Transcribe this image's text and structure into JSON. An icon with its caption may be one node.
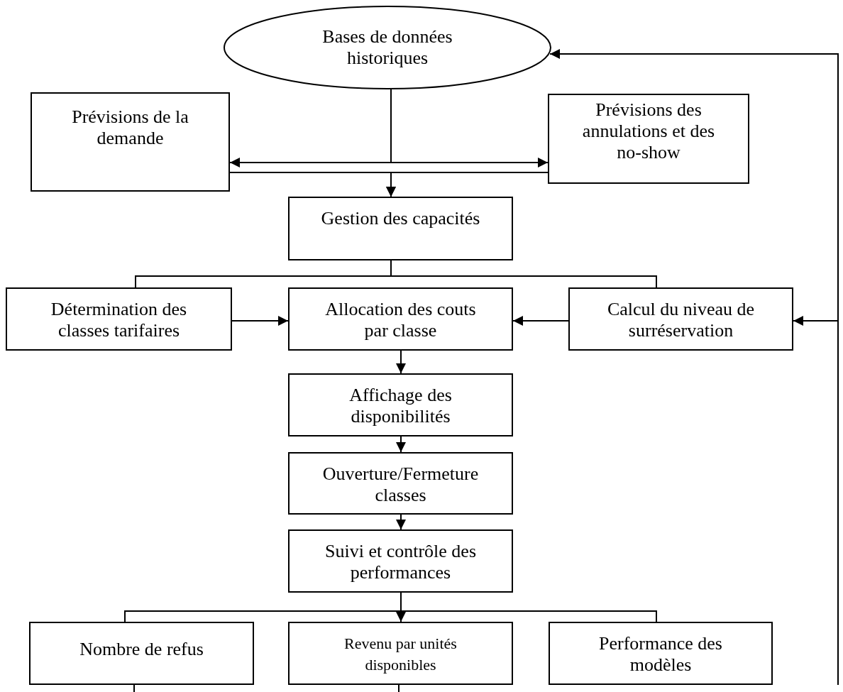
{
  "diagram": {
    "nodes": [
      {
        "text": [
          "Bases de données historiques"
        ]
      },
      {
        "text": [
          "Prévisions de la demande"
        ]
      },
      {
        "text": [
          "Prévisions des annulations et des no-show"
        ]
      },
      {
        "text": [
          "Gestion des capacités"
        ]
      },
      {
        "text": [
          "Détermination des classes tarifaires"
        ]
      },
      {
        "text": [
          "Allocation des couts par classe"
        ]
      },
      {
        "text": [
          "Calcul du niveau de surréservation"
        ]
      },
      {
        "text": [
          "Affichage des disponibilités"
        ]
      },
      {
        "text": [
          "Ouverture/Fermeture classes"
        ]
      },
      {
        "text": [
          "Suivi et contrôle des performances"
        ]
      },
      {
        "text": [
          "Nombre de refus"
        ]
      },
      {
        "text": [
          "Revenu par unités disponibles"
        ]
      },
      {
        "text": [
          "Performance des modèles"
        ]
      }
    ],
    "edges": [
      {
        "from": 0,
        "to": 1,
        "arrow": "to"
      },
      {
        "from": 0,
        "to": 2,
        "arrow": "to"
      },
      {
        "from": 1,
        "to": 3,
        "arrow": "to"
      },
      {
        "from": 2,
        "to": 3,
        "arrow": "to"
      },
      {
        "from": 3,
        "to": 4,
        "arrow": "none"
      },
      {
        "from": 3,
        "to": 6,
        "arrow": "none"
      },
      {
        "from": 4,
        "to": 5,
        "arrow": "to"
      },
      {
        "from": 6,
        "to": 5,
        "arrow": "to"
      },
      {
        "from": null,
        "to": 6,
        "arrow": "to"
      },
      {
        "from": null,
        "to": 0,
        "arrow": "to"
      },
      {
        "from": 5,
        "to": 7,
        "arrow": "to"
      },
      {
        "from": 7,
        "to": 8,
        "arrow": "to"
      },
      {
        "from": 8,
        "to": 9,
        "arrow": "to"
      },
      {
        "from": 9,
        "to": 10,
        "arrow": "none"
      },
      {
        "from": 9,
        "to": 11,
        "arrow": "to"
      },
      {
        "from": 9,
        "to": 12,
        "arrow": "none"
      },
      {
        "from": 10,
        "to": null,
        "arrow": "none"
      },
      {
        "from": 11,
        "to": null,
        "arrow": "none"
      }
    ]
  }
}
